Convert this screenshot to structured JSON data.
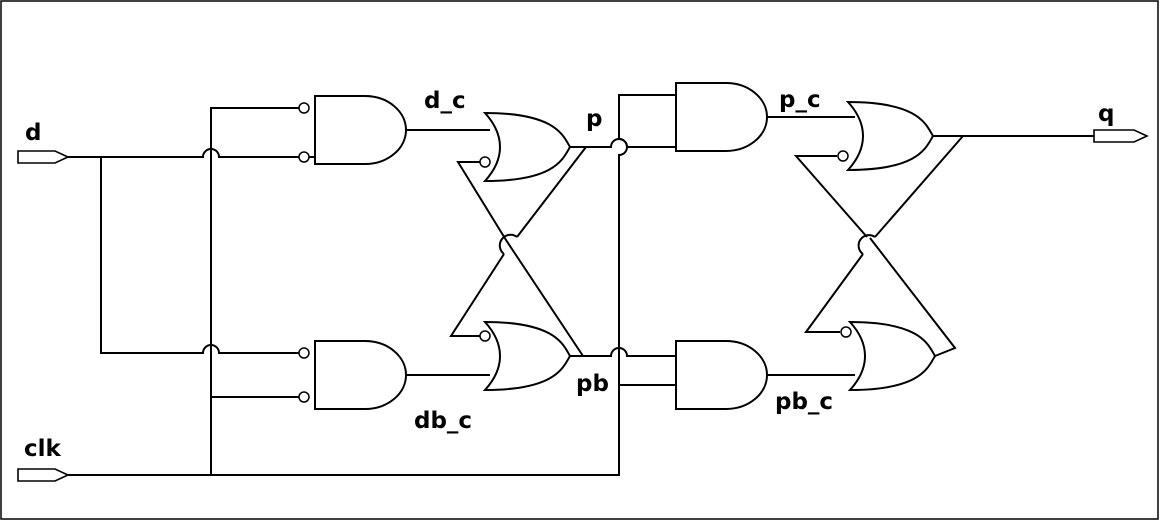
{
  "ports": {
    "d": "d",
    "clk": "clk",
    "q": "q"
  },
  "nets": {
    "d_c": "d_c",
    "db_c": "db_c",
    "p": "p",
    "pb": "pb",
    "p_c": "p_c",
    "pb_c": "pb_c"
  }
}
